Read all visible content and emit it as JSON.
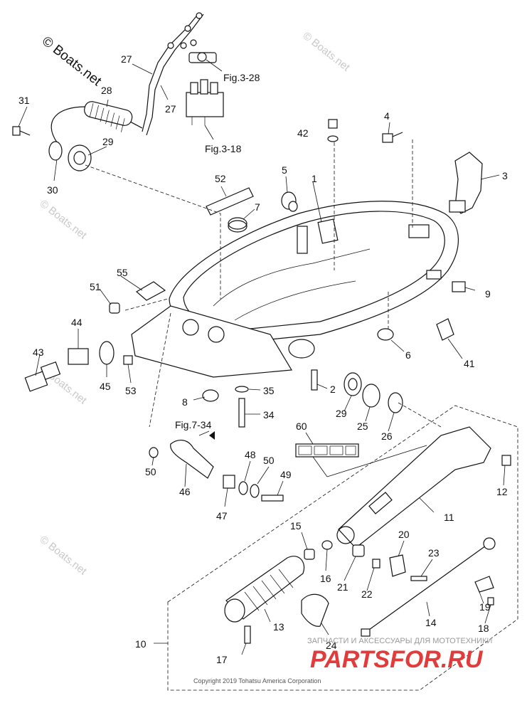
{
  "watermarks": {
    "primary": "© Boats.net",
    "repeat": "© Boats.net"
  },
  "copyright": "Copyright 2019 Tohatsu America Corporation",
  "shop": {
    "tagline": "ЗАПЧАСТИ И АКСЕССУАРЫ ДЛЯ МОТОТЕХНИКИ",
    "brand": "PARTSFOR.RU"
  },
  "references": {
    "fig_3_28": "Fig.3-28",
    "fig_3_18": "Fig.3-18",
    "fig_7_34": "Fig.7-34"
  },
  "callouts": {
    "c1": "1",
    "c2": "2",
    "c3": "3",
    "c4": "4",
    "c5": "5",
    "c6": "6",
    "c7": "7",
    "c8": "8",
    "c9": "9",
    "c10": "10",
    "c11": "11",
    "c12": "12",
    "c13": "13",
    "c14": "14",
    "c15": "15",
    "c16": "16",
    "c17": "17",
    "c18": "18",
    "c19": "19",
    "c20": "20",
    "c21": "21",
    "c22": "22",
    "c23": "23",
    "c24": "24",
    "c25": "25",
    "c26": "26",
    "c27a": "27",
    "c27b": "27",
    "c28": "28",
    "c29a": "29",
    "c29b": "29",
    "c30": "30",
    "c31": "31",
    "c34": "34",
    "c35": "35",
    "c41": "41",
    "c42": "42",
    "c43": "43",
    "c44": "44",
    "c45": "45",
    "c46": "46",
    "c47": "47",
    "c48": "48",
    "c49": "49",
    "c50a": "50",
    "c50b": "50",
    "c51": "51",
    "c52": "52",
    "c53": "53",
    "c55": "55",
    "c60": "60"
  }
}
